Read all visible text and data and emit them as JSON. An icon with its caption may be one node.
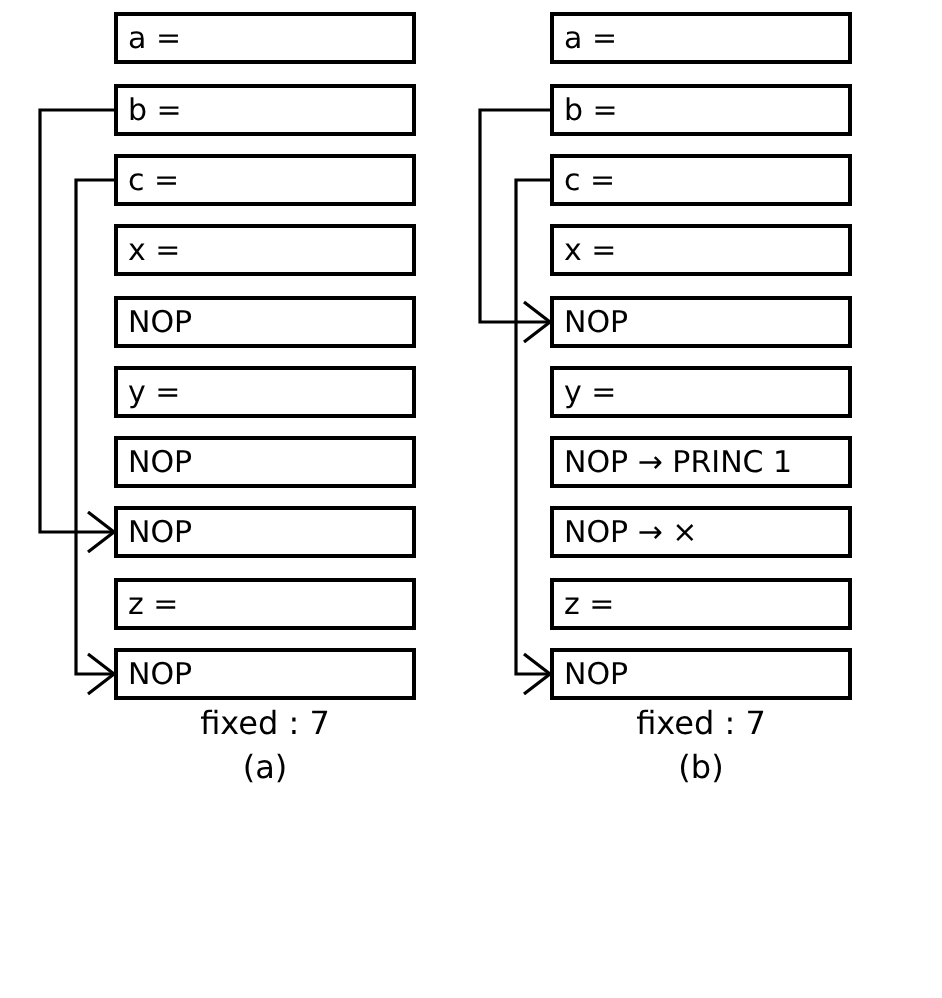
{
  "diagram": {
    "nodes": [
      {
        "text": [
          "a ="
        ]
      },
      {
        "text": [
          "b ="
        ]
      },
      {
        "text": [
          "c ="
        ]
      },
      {
        "text": [
          "x ="
        ]
      },
      {
        "text": [
          "NOP"
        ]
      },
      {
        "text": [
          "y ="
        ]
      },
      {
        "text": [
          "NOP"
        ]
      },
      {
        "text": [
          "NOP"
        ]
      },
      {
        "text": [
          "z ="
        ]
      },
      {
        "text": [
          "NOP"
        ]
      },
      {
        "text": [
          "a ="
        ]
      },
      {
        "text": [
          "b ="
        ]
      },
      {
        "text": [
          "c ="
        ]
      },
      {
        "text": [
          "x ="
        ]
      },
      {
        "text": [
          "NOP"
        ]
      },
      {
        "text": [
          "y ="
        ]
      },
      {
        "text": [
          "NOP → PRINC 1"
        ]
      },
      {
        "text": [
          "NOP → ×"
        ]
      },
      {
        "text": [
          "z ="
        ]
      },
      {
        "text": [
          "NOP"
        ]
      }
    ],
    "edges": [
      {
        "from": 1,
        "to": 7,
        "arrow": "to"
      },
      {
        "from": 2,
        "to": 9,
        "arrow": "to"
      },
      {
        "from": 11,
        "to": 14,
        "arrow": "to"
      },
      {
        "from": 12,
        "to": 19,
        "arrow": "to"
      }
    ],
    "labels": [
      "fixed : 7",
      "(a)",
      "fixed : 7",
      "(b)"
    ]
  }
}
